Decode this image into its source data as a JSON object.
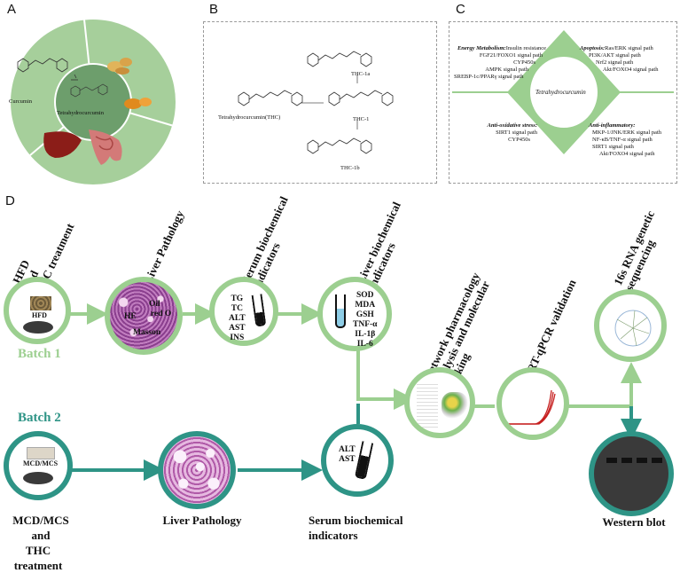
{
  "panels": {
    "a": "A",
    "b": "B",
    "c": "C",
    "d": "D"
  },
  "panel_a": {
    "curcumin": "Curcumin",
    "center": "Tetrahydrocurcumin"
  },
  "panel_b": {
    "thc_1a": "THC-1a",
    "thc_main": "Tetrahydrocurcumin(THC)",
    "thc_1": "THC-1",
    "thc_1b": "THC-1b"
  },
  "panel_c": {
    "center": "Tetrahydrocurcumin",
    "energy": {
      "title": "Energy Metabolism:",
      "lines": [
        "Insulin resistance",
        "FGF21/FOXO1 signal path",
        "CYP450s",
        "AMPK signal path",
        "SREBP-1c/PPARγ signal path"
      ]
    },
    "apoptosis": {
      "title": "Apoptosis:",
      "lines": [
        "Ras/ERK signal path",
        "PI3K/AKT signal path",
        "Nrf2 signal path",
        "Akt/FOXO4 signal path"
      ]
    },
    "oxidative": {
      "title": "Anti-oxidative stress:",
      "lines": [
        "SIRT1 signal path",
        "CYP450s"
      ]
    },
    "inflammatory": {
      "title": "Anti-inflammatory:",
      "lines": [
        "MKP-1/JNK/ERK signal path",
        "NF-κB/TNF-α signal path",
        "SIRT1 signal path",
        "Akt/FOXO4 signal path"
      ]
    }
  },
  "panel_d": {
    "steps": {
      "hfd": [
        "HFD",
        "and",
        "THC treatment"
      ],
      "pathology": "Liver Pathology",
      "serum": [
        "Serum biochemical",
        "indicators"
      ],
      "liver": [
        "Liver biochemical",
        "indicators"
      ],
      "network": [
        "Network pharmacology",
        "analysis and molecular",
        "docking"
      ],
      "rtqpcr": "RT-qPCR validation",
      "rna": [
        "16s RNA genetic",
        "sequencing"
      ]
    },
    "hfd_label": "HFD",
    "mcd_label": "MCD/MCS",
    "histo_labels": {
      "oil": "Oil",
      "red": "red O",
      "he": "HE",
      "masson": "Masson"
    },
    "serum_list": [
      "TG",
      "TC",
      "ALT",
      "AST",
      "INS"
    ],
    "liver_list": [
      "SOD",
      "MDA",
      "GSH",
      "TNF-α",
      "IL-1β",
      "IL-6"
    ],
    "serum2_list": [
      "ALT",
      "AST"
    ],
    "batch1": "Batch 1",
    "batch2": "Batch 2",
    "bottom": {
      "mcd": [
        "MCD/MCS",
        "and",
        "THC treatment"
      ],
      "pathology": "Liver Pathology",
      "serum": [
        "Serum biochemical",
        "indicators"
      ],
      "western": "Western blot"
    },
    "colors": {
      "batch1": "#9ccf90",
      "batch2": "#2e9486"
    }
  }
}
